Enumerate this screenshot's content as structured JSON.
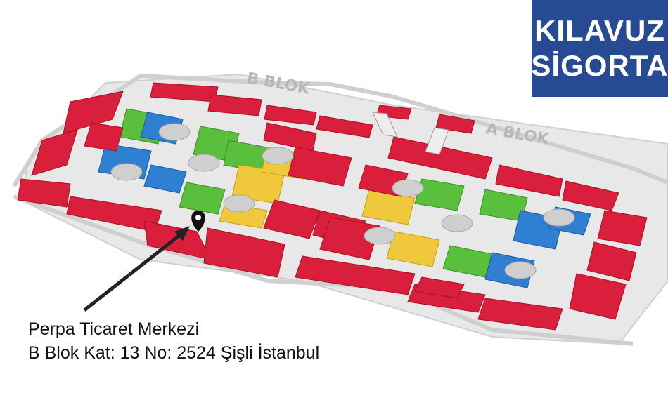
{
  "brand": {
    "line1": "KILAVUZ",
    "line2": "SİGORTA",
    "color": "#274a93"
  },
  "map": {
    "block_b_label": "B BLOK",
    "block_a_label": "A BLOK",
    "colors": {
      "shop_red": "#d91f3b",
      "shop_blue": "#2f7fd3",
      "shop_green": "#5bbf3e",
      "shop_yellow": "#f0c83c",
      "floor": "#e6e6e6"
    },
    "marker_icon": "location-pin-icon",
    "pointer_icon": "arrow-pointer-icon"
  },
  "address": {
    "line1": "Perpa Ticaret Merkezi",
    "line2": "B Blok Kat: 13 No: 2524 Şişli İstanbul"
  }
}
